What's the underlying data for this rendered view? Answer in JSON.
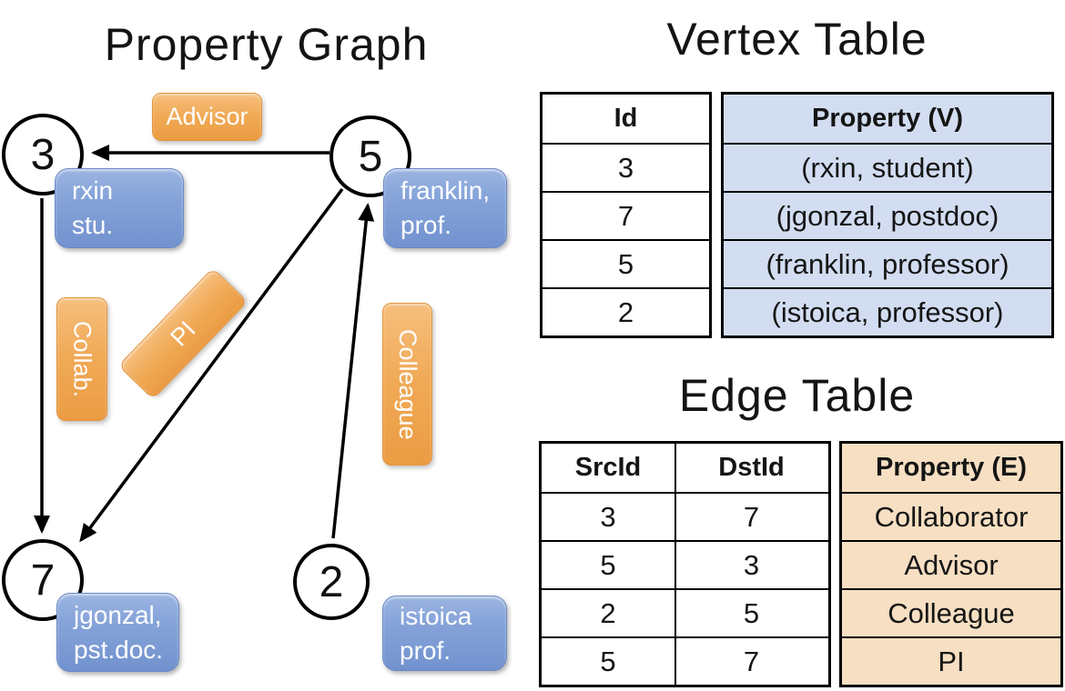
{
  "graph": {
    "title": "Property Graph",
    "nodes": [
      {
        "id": "3",
        "box_line1": "rxin",
        "box_line2": "stu."
      },
      {
        "id": "5",
        "box_line1": "franklin,",
        "box_line2": "prof."
      },
      {
        "id": "7",
        "box_line1": "jgonzal,",
        "box_line2": "pst.doc."
      },
      {
        "id": "2",
        "box_line1": "istoica",
        "box_line2": "prof."
      }
    ],
    "edge_labels": {
      "advisor": "Advisor",
      "collab": "Collab.",
      "pi": "PI",
      "colleague": "Colleague"
    }
  },
  "vertex_table": {
    "title": "Vertex Table",
    "headers": {
      "id": "Id",
      "property": "Property (V)"
    },
    "rows": [
      {
        "id": "3",
        "property": "(rxin, student)"
      },
      {
        "id": "7",
        "property": "(jgonzal, postdoc)"
      },
      {
        "id": "5",
        "property": "(franklin, professor)"
      },
      {
        "id": "2",
        "property": "(istoica, professor)"
      }
    ]
  },
  "edge_table": {
    "title": "Edge Table",
    "headers": {
      "src": "SrcId",
      "dst": "DstId",
      "property": "Property (E)"
    },
    "rows": [
      {
        "src": "3",
        "dst": "7",
        "property": "Collaborator"
      },
      {
        "src": "5",
        "dst": "3",
        "property": "Advisor"
      },
      {
        "src": "2",
        "dst": "5",
        "property": "Colleague"
      },
      {
        "src": "5",
        "dst": "7",
        "property": "PI"
      }
    ]
  },
  "colors": {
    "edge_label_orange": "#f0a955",
    "vertex_box_blue": "#7e9cd4",
    "vertex_table_fill": "#d2ddf1",
    "edge_table_fill": "#f6dfc2",
    "line_black": "#000000"
  }
}
